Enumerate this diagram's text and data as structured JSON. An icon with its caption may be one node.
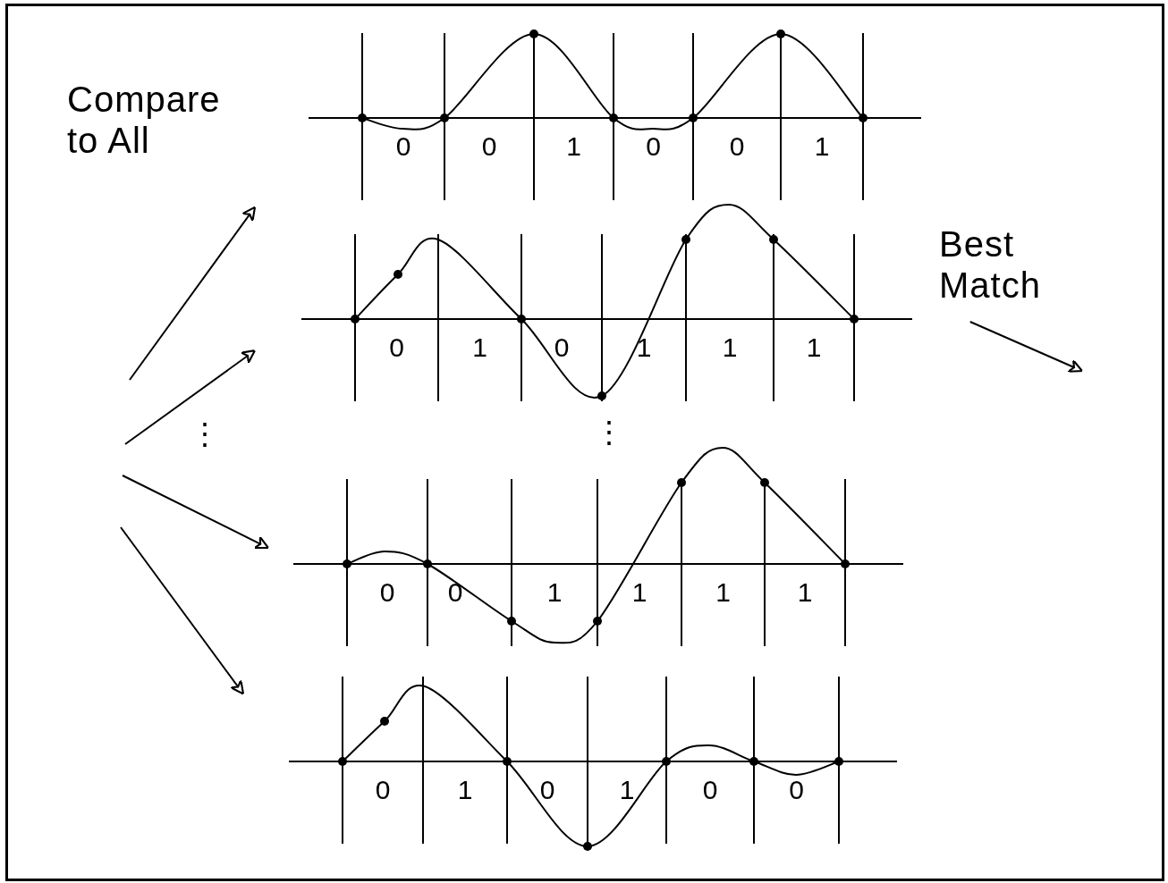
{
  "diagram": {
    "nodes": [
      {
        "text": [
          "0",
          "0",
          "1",
          "0",
          "0",
          "1"
        ]
      },
      {
        "text": [
          "0",
          "1",
          "0",
          "1",
          "1",
          "1"
        ]
      },
      {
        "text": [
          "0",
          "0",
          "1",
          "1",
          "1",
          "1"
        ]
      },
      {
        "text": [
          "0",
          "1",
          "0",
          "1",
          "0",
          "0"
        ]
      },
      {
        "text": [
          "Best Match"
        ]
      }
    ],
    "edges": [
      {
        "from": null,
        "to": 0,
        "arrow": "to"
      },
      {
        "from": null,
        "to": 1,
        "arrow": "to"
      },
      {
        "from": null,
        "to": 2,
        "arrow": "to"
      },
      {
        "from": null,
        "to": 3,
        "arrow": "to"
      },
      {
        "from": 4,
        "to": null,
        "arrow": "to"
      }
    ],
    "labels": [
      "Compare to All",
      "⋮",
      "⋮"
    ]
  }
}
